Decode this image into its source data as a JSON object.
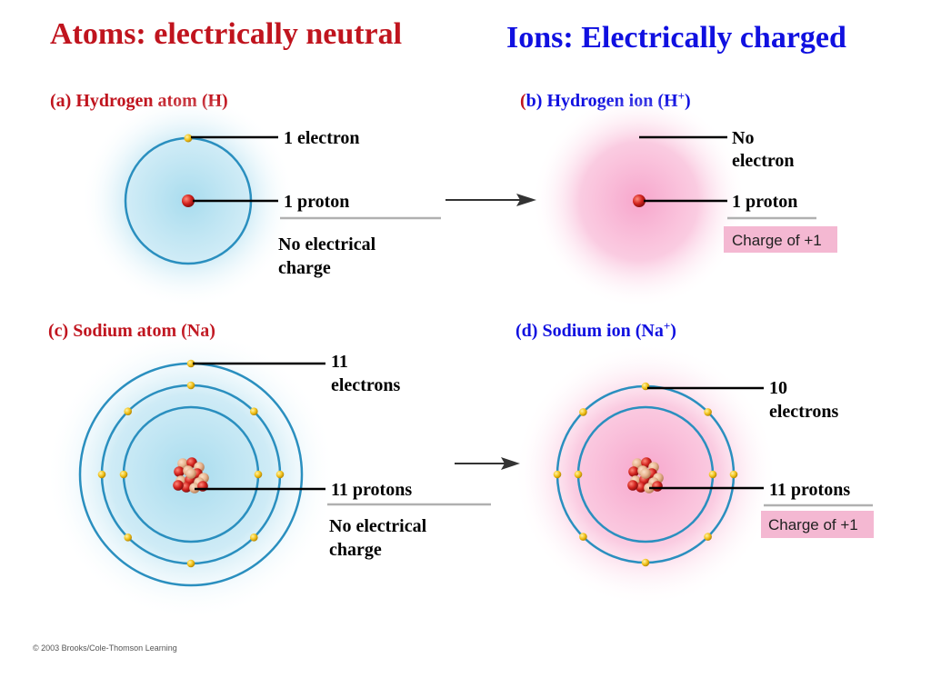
{
  "titles": {
    "atoms": "Atoms: electrically neutral",
    "ions": "Ions: Electrically charged"
  },
  "colors": {
    "atoms_title": "#c0141e",
    "ions_title": "#1010e0",
    "atom_glow": "#a8dcee",
    "ion_glow": "#f7a6cc",
    "orbit": "#2a8fbf",
    "electron": "#f2c21a",
    "proton": "#d2231e",
    "neutron": "#e7b48f",
    "charge_box": "#f4b8d2",
    "gray_rule": "#b0b0b0"
  },
  "panels": {
    "a": {
      "tag": "(a)",
      "title": "Hydrogen atom (H)",
      "electron_label": "1 electron",
      "proton_label": "1 proton",
      "note_line1": "No electrical",
      "note_line2": "charge"
    },
    "b": {
      "tag_open": "(",
      "tag_letter": "b",
      "tag_close": ")",
      "title": "Hydrogen ion (H",
      "title_sup": "+",
      "title_end": ")",
      "electron_label_line1": "No",
      "electron_label_line2": "electron",
      "proton_label": "1 proton",
      "charge_box": "Charge of +1"
    },
    "c": {
      "tag": "(c)",
      "title": "Sodium atom (Na)",
      "electron_label_line1": "11",
      "electron_label_line2": "electrons",
      "proton_label": "11 protons",
      "note_line1": "No electrical",
      "note_line2": "charge"
    },
    "d": {
      "tag": "(d)",
      "title": "Sodium ion (Na",
      "title_sup": "+",
      "title_end": ")",
      "electron_label_line1": "10",
      "electron_label_line2": "electrons",
      "proton_label": "11 protons",
      "charge_box": "Charge of +1"
    }
  },
  "copyright": "© 2003 Brooks/Cole-Thomson Learning"
}
